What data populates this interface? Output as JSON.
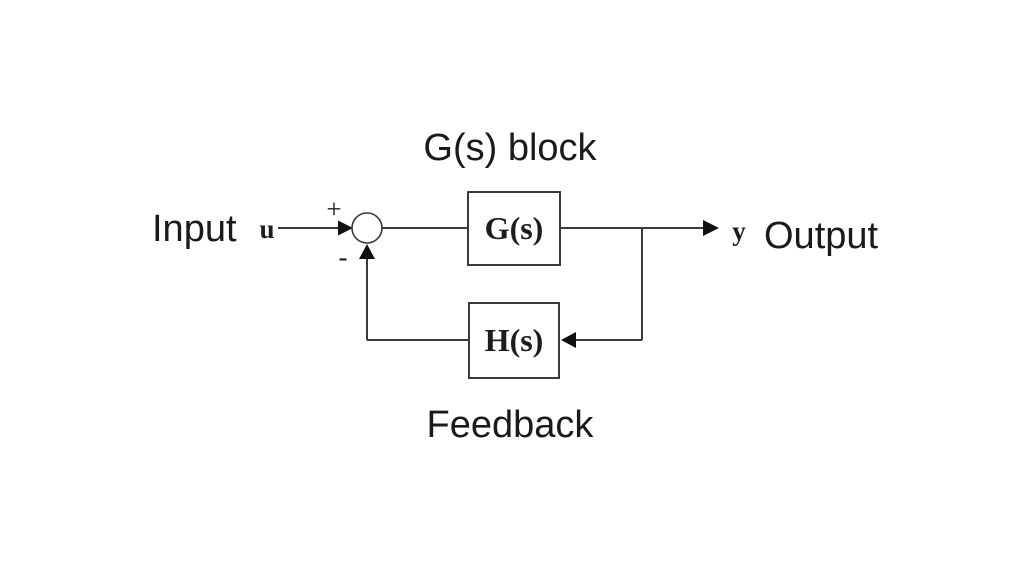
{
  "diagram": {
    "annotations": {
      "gs_block_title": "G(s) block",
      "input_label": "Input",
      "output_label": "Output",
      "feedback_label": "Feedback"
    },
    "signals": {
      "input": "u",
      "output": "y"
    },
    "summing_junction": {
      "plus_sign": "+",
      "minus_sign": "-"
    },
    "blocks": {
      "forward_block": "G(s)",
      "feedback_block": "H(s)"
    }
  },
  "colors": {
    "background": "#ffffff",
    "line": "#3a3a3a",
    "arrowhead": "#111111",
    "block_text": "#1c1c1c",
    "annotation_text": "#1a1a1a"
  }
}
